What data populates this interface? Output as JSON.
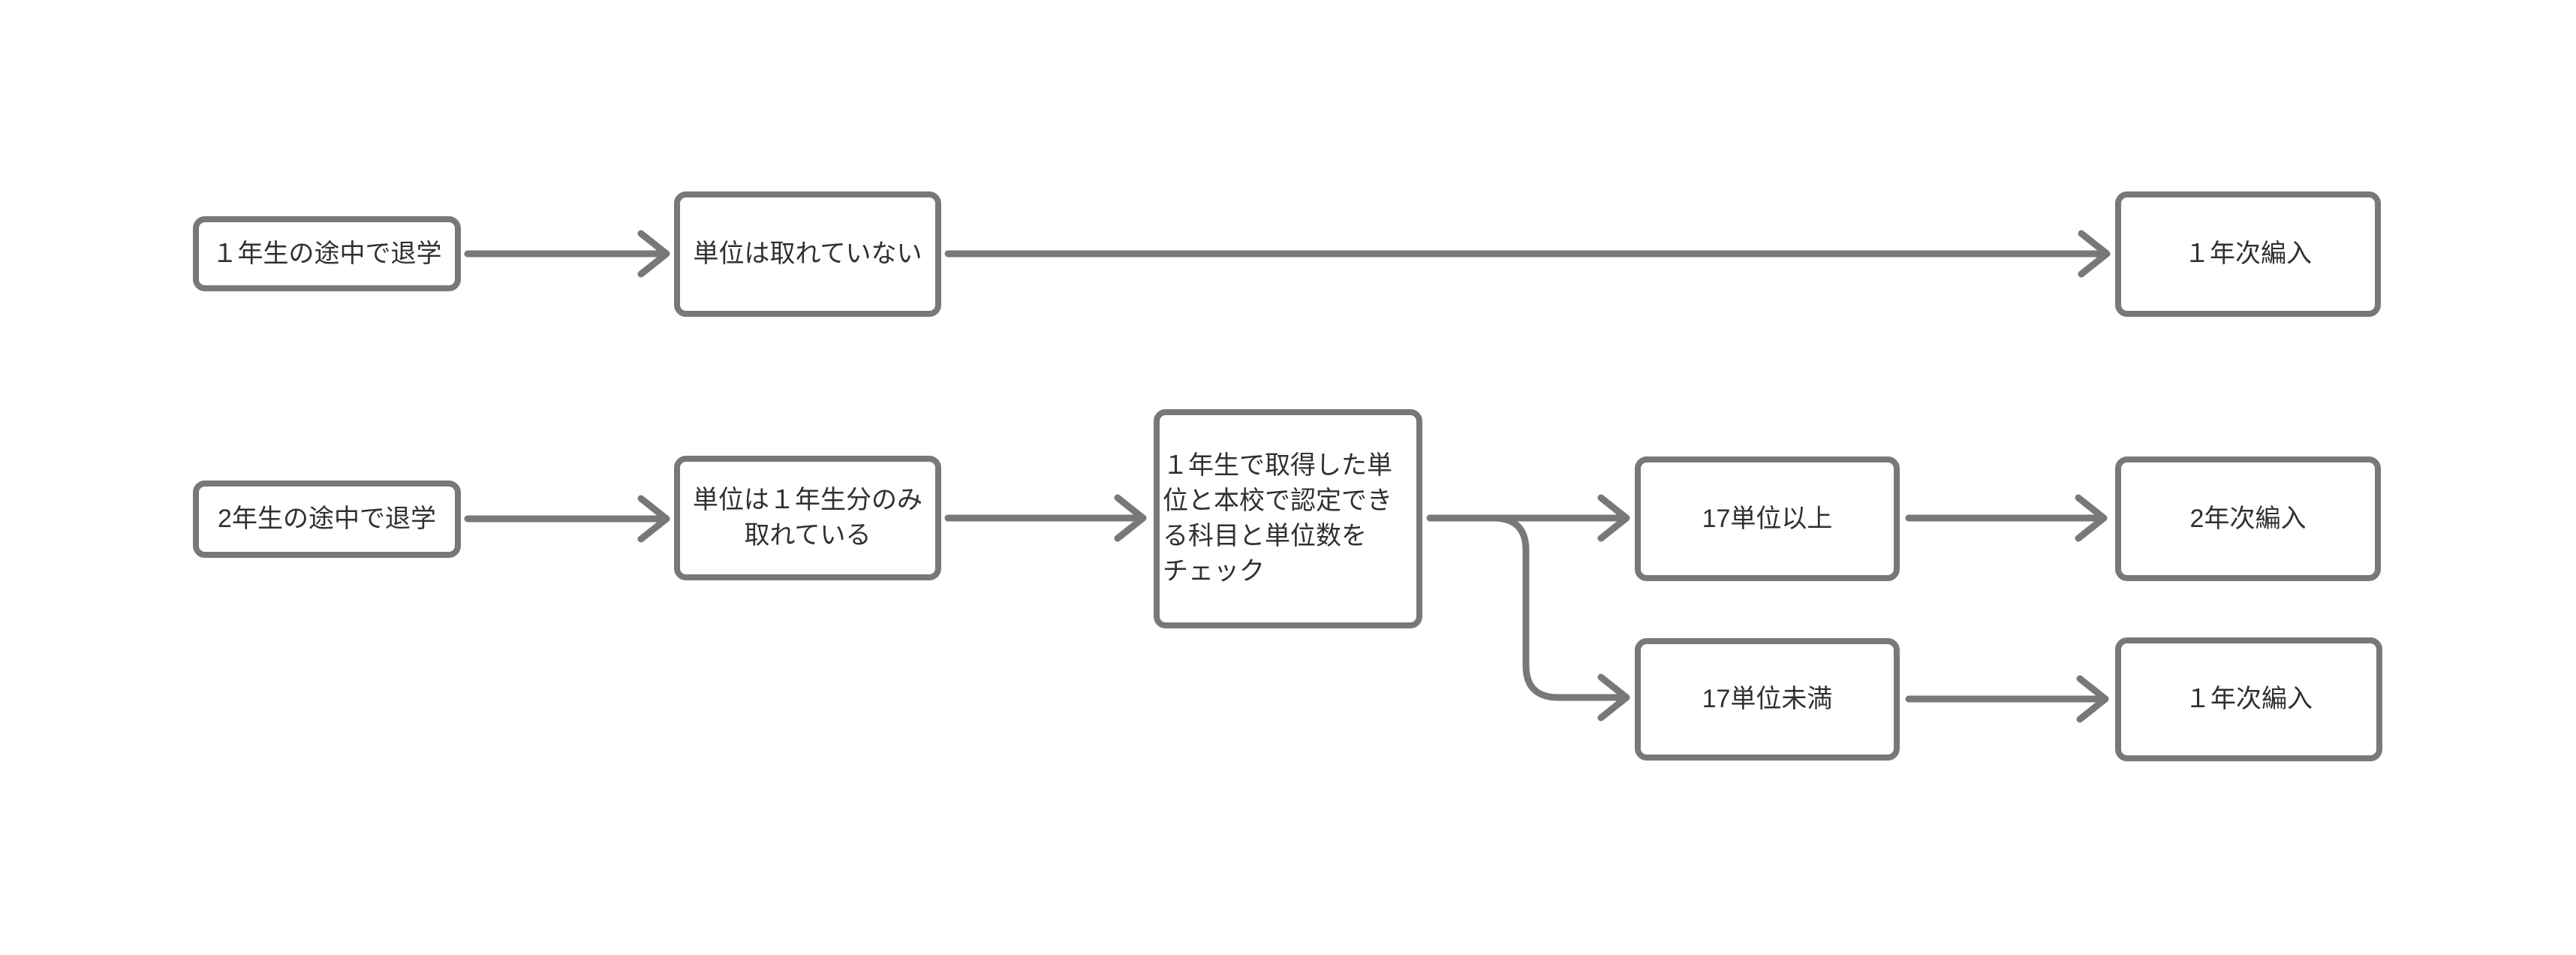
{
  "palette": {
    "canvas_bg": "#ffffff",
    "node_bg": "#ffffff",
    "line_color": "#787878",
    "text_color": "#303030"
  },
  "flowchart": {
    "nodes": [
      {
        "id": "row1-start",
        "text": "１年生の途中で退学"
      },
      {
        "id": "row1-credits",
        "text": "単位は取れていない"
      },
      {
        "id": "row1-result",
        "text": "１年次編入"
      },
      {
        "id": "row2-start",
        "text": "2年生の途中で退学"
      },
      {
        "id": "row2-credits",
        "text": "単位は１年生分のみ\n取れている"
      },
      {
        "id": "row2-check",
        "text": "１年生で取得した単\n位と本校で認定でき\nる科目と単位数を\nチェック"
      },
      {
        "id": "branch-ge17",
        "text": "17単位以上"
      },
      {
        "id": "branch-ge17-result",
        "text": "2年次編入"
      },
      {
        "id": "branch-lt17",
        "text": "17単位未満"
      },
      {
        "id": "branch-lt17-result",
        "text": "１年次編入"
      }
    ],
    "edges": [
      {
        "from": "row1-start",
        "to": "row1-credits"
      },
      {
        "from": "row1-credits",
        "to": "row1-result"
      },
      {
        "from": "row2-start",
        "to": "row2-credits"
      },
      {
        "from": "row2-credits",
        "to": "row2-check"
      },
      {
        "from": "row2-check",
        "to": "branch-ge17"
      },
      {
        "from": "row2-check",
        "to": "branch-lt17"
      },
      {
        "from": "branch-ge17",
        "to": "branch-ge17-result"
      },
      {
        "from": "branch-lt17",
        "to": "branch-lt17-result"
      }
    ]
  }
}
